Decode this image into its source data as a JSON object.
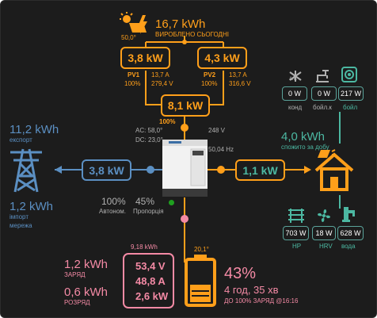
{
  "colors": {
    "background": "#1c1c1c",
    "solar": "#ff9f1a",
    "grid": "#5b8fc2",
    "home": "#4cb8a2",
    "battery": "#f48aa5",
    "text": "#b0b0b0"
  },
  "solar": {
    "icon": "sun-panel-icon",
    "sun_elevation": "50,0°",
    "energy": "16,7 kWh",
    "energy_label": "ВИРОБЛЕНО СЬОГОДНІ",
    "pv1": {
      "power": "3,8 kW",
      "name": "PV1",
      "percent": "100%",
      "current": "13,7 A",
      "voltage": "279,4 V"
    },
    "pv2": {
      "power": "4,3 kW",
      "name": "PV2",
      "percent": "100%",
      "current": "13,7 A",
      "voltage": "316,6 V"
    },
    "total_power": "8,1 kW",
    "total_percent": "100%"
  },
  "inverter": {
    "icon": "inverter-icon",
    "ac_temp": "AC: 58,0°",
    "dc_temp": "DC: 23,0°",
    "voltage": "248 V",
    "frequency": "50,04 Hz",
    "status_color": "#1fa01f"
  },
  "grid": {
    "icon": "transmission-tower-icon",
    "export_energy": "11,2 kWh",
    "export_label": "експорт",
    "import_energy": "1,2 kWh",
    "import_label_1": "імпорт",
    "import_label_2": "мережа",
    "power": "3,8 kW"
  },
  "autonomy": {
    "autonomy_value": "100%",
    "autonomy_label": "Автоном.",
    "ratio_value": "45%",
    "ratio_label": "Пропорція"
  },
  "home": {
    "icon": "solar-house-icon",
    "power": "1,1 kW",
    "energy": "4,0 kWh",
    "energy_label": "спожито за добу"
  },
  "loads_top": [
    {
      "icon": "air-conditioner-icon",
      "icon_text": "A/C",
      "value": "0 W",
      "label": "конд"
    },
    {
      "icon": "water-heater-icon",
      "icon_text": "",
      "value": "0 W",
      "label": "бойл.к"
    },
    {
      "icon": "boiler-icon",
      "icon_text": "",
      "value": "217 W",
      "label": "бойл"
    }
  ],
  "loads_bottom": [
    {
      "icon": "heat-pump-icon",
      "value": "703 W",
      "label": "HP"
    },
    {
      "icon": "fan-icon",
      "value": "18 W",
      "label": "HRV"
    },
    {
      "icon": "water-pump-icon",
      "value": "628 W",
      "label": "вода"
    }
  ],
  "battery": {
    "icon": "battery-icon",
    "charge_energy": "1,2 kWh",
    "charge_label": "ЗАРЯД",
    "discharge_energy": "0,6 kWh",
    "discharge_label": "РОЗРЯД",
    "box_energy": "9,18 kWh",
    "voltage": "53,4 V",
    "current": "48,8 A",
    "power": "2,6 kW",
    "temperature": "20,1°",
    "soc": "43%",
    "time_left": "4 год, 35 хв",
    "time_label": "ДО 100% ЗАРЯД @16:16",
    "soc_level": 0.43
  }
}
